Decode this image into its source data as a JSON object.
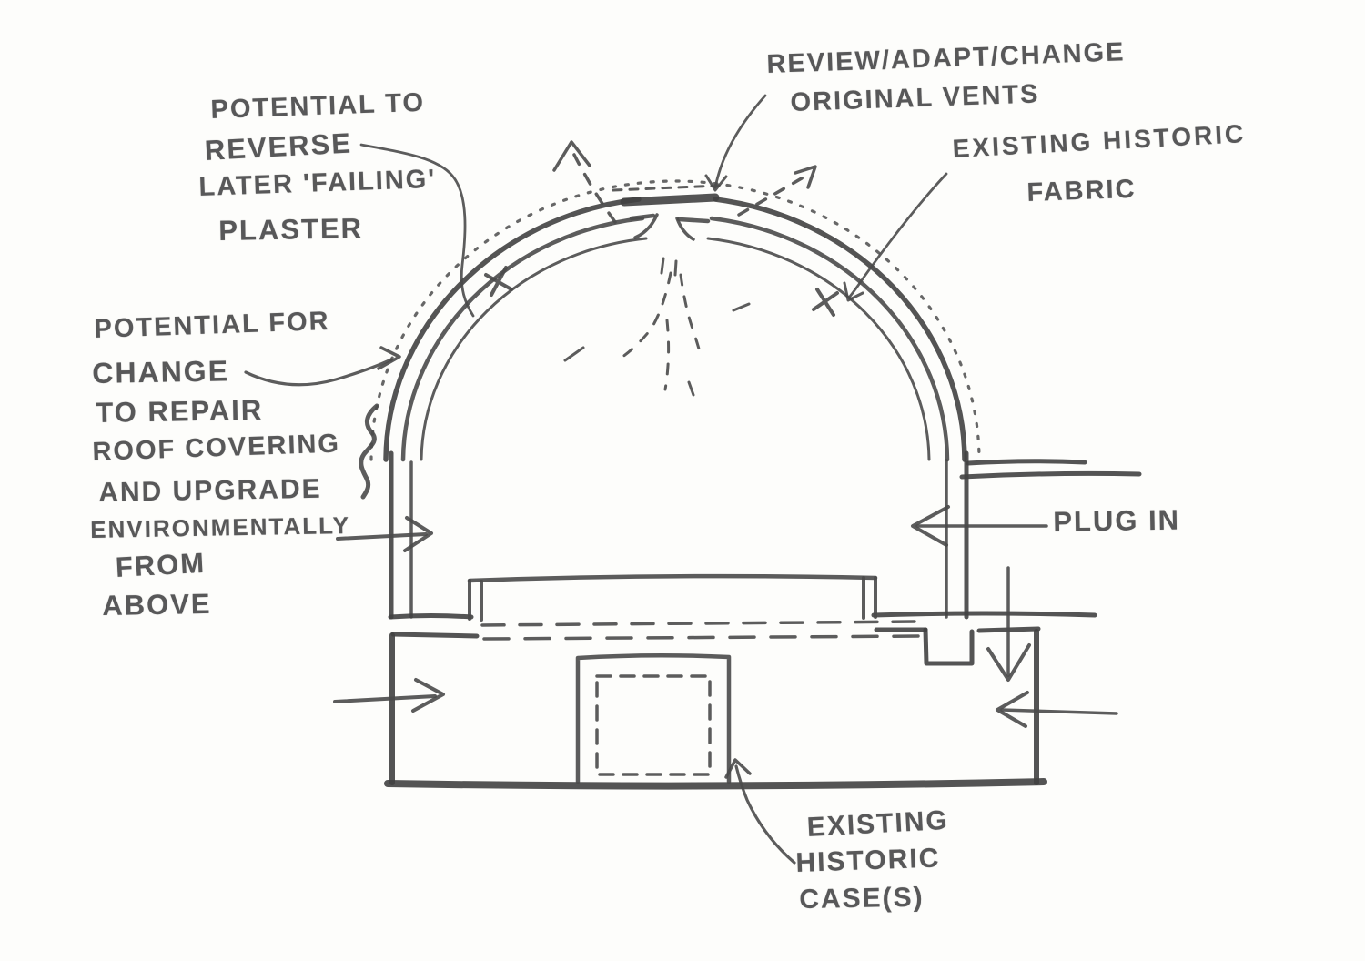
{
  "colors": {
    "pencil": "#4a4a4a",
    "paper": "#fdfdfb",
    "text": "#4b4b4c"
  },
  "annotations": {
    "plaster_note": [
      "POTENTIAL TO",
      "REVERSE",
      "LATER 'FAILING'",
      "PLASTER"
    ],
    "vents_note": [
      "REVIEW/ADAPT/CHANGE",
      "ORIGINAL VENTS"
    ],
    "fabric_note": [
      "EXISTING HISTORIC",
      "FABRIC"
    ],
    "roof_note": [
      "POTENTIAL FOR",
      "CHANGE",
      "TO REPAIR",
      "ROOF COVERING",
      "AND UPGRADE",
      "ENVIRONMENTALLY",
      "FROM",
      "ABOVE"
    ],
    "plug_note": [
      "PLUG IN"
    ],
    "case_note": [
      "EXISTING",
      "HISTORIC",
      "CASE(S)"
    ]
  }
}
